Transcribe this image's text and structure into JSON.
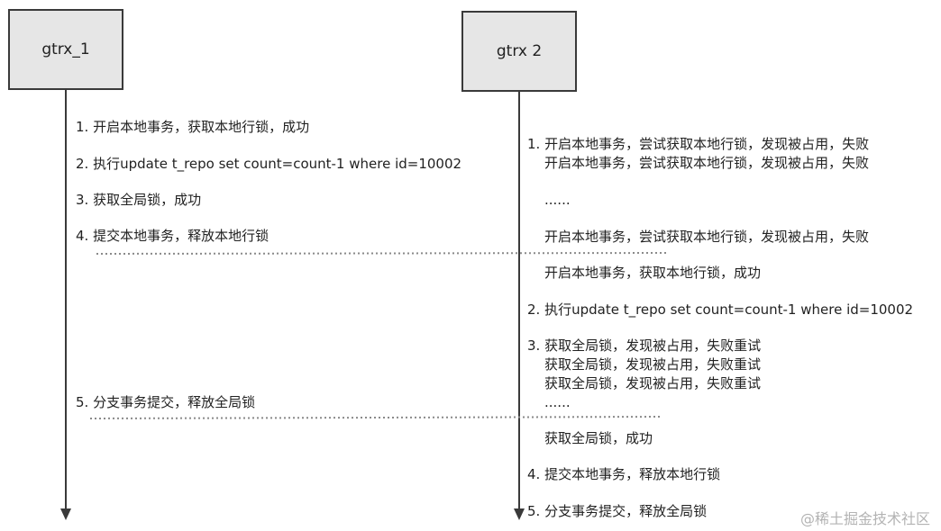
{
  "participants": {
    "left": "gtrx_1",
    "right": "gtrx 2"
  },
  "left_steps": [
    "1. 开启本地事务，获取本地行锁，成功",
    "2. 执行update t_repo set count=count-1 where id=10002",
    "3. 获取全局锁，成功",
    "4. 提交本地事务，释放本地行锁",
    "5. 分支事务提交，释放全局锁"
  ],
  "right_steps": [
    "1. 开启本地事务，尝试获取本地行锁，发现被占用，失败",
    "开启本地事务，尝试获取本地行锁，发现被占用，失败",
    "......",
    "开启本地事务，尝试获取本地行锁，发现被占用，失败",
    "开启本地事务，获取本地行锁，成功",
    "2. 执行update t_repo set count=count-1 where id=10002",
    "3. 获取全局锁，发现被占用，失败重试",
    "获取全局锁，发现被占用，失败重试",
    "获取全局锁，发现被占用，失败重试",
    "......",
    "获取全局锁，成功",
    "4. 提交本地事务，释放本地行锁",
    "5. 分支事务提交，释放全局锁"
  ],
  "watermark": "@稀土掘金技术社区"
}
